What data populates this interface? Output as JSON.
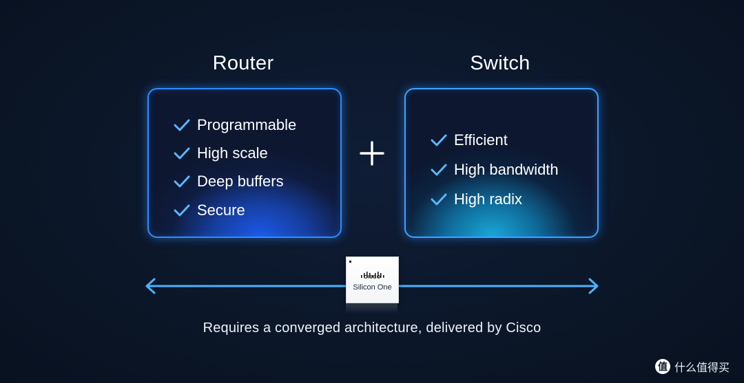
{
  "router": {
    "title": "Router",
    "items": [
      "Programmable",
      "High scale",
      "Deep buffers",
      "Secure"
    ]
  },
  "switch": {
    "title": "Switch",
    "items": [
      "Efficient",
      "High bandwidth",
      "High radix"
    ]
  },
  "operator": "+",
  "chip": {
    "brand": "CISCO",
    "name": "Silicon One"
  },
  "caption": "Requires a converged architecture, delivered by Cisco",
  "watermark": {
    "badge": "值",
    "text": "什么值得买"
  },
  "colors": {
    "background": "#0b1628",
    "card_border": "#2f8cff",
    "check": "#5ab8ff",
    "arrow": "#49b4ff",
    "router_glow": "#1c58e8",
    "switch_glow": "#1aa8d8"
  }
}
